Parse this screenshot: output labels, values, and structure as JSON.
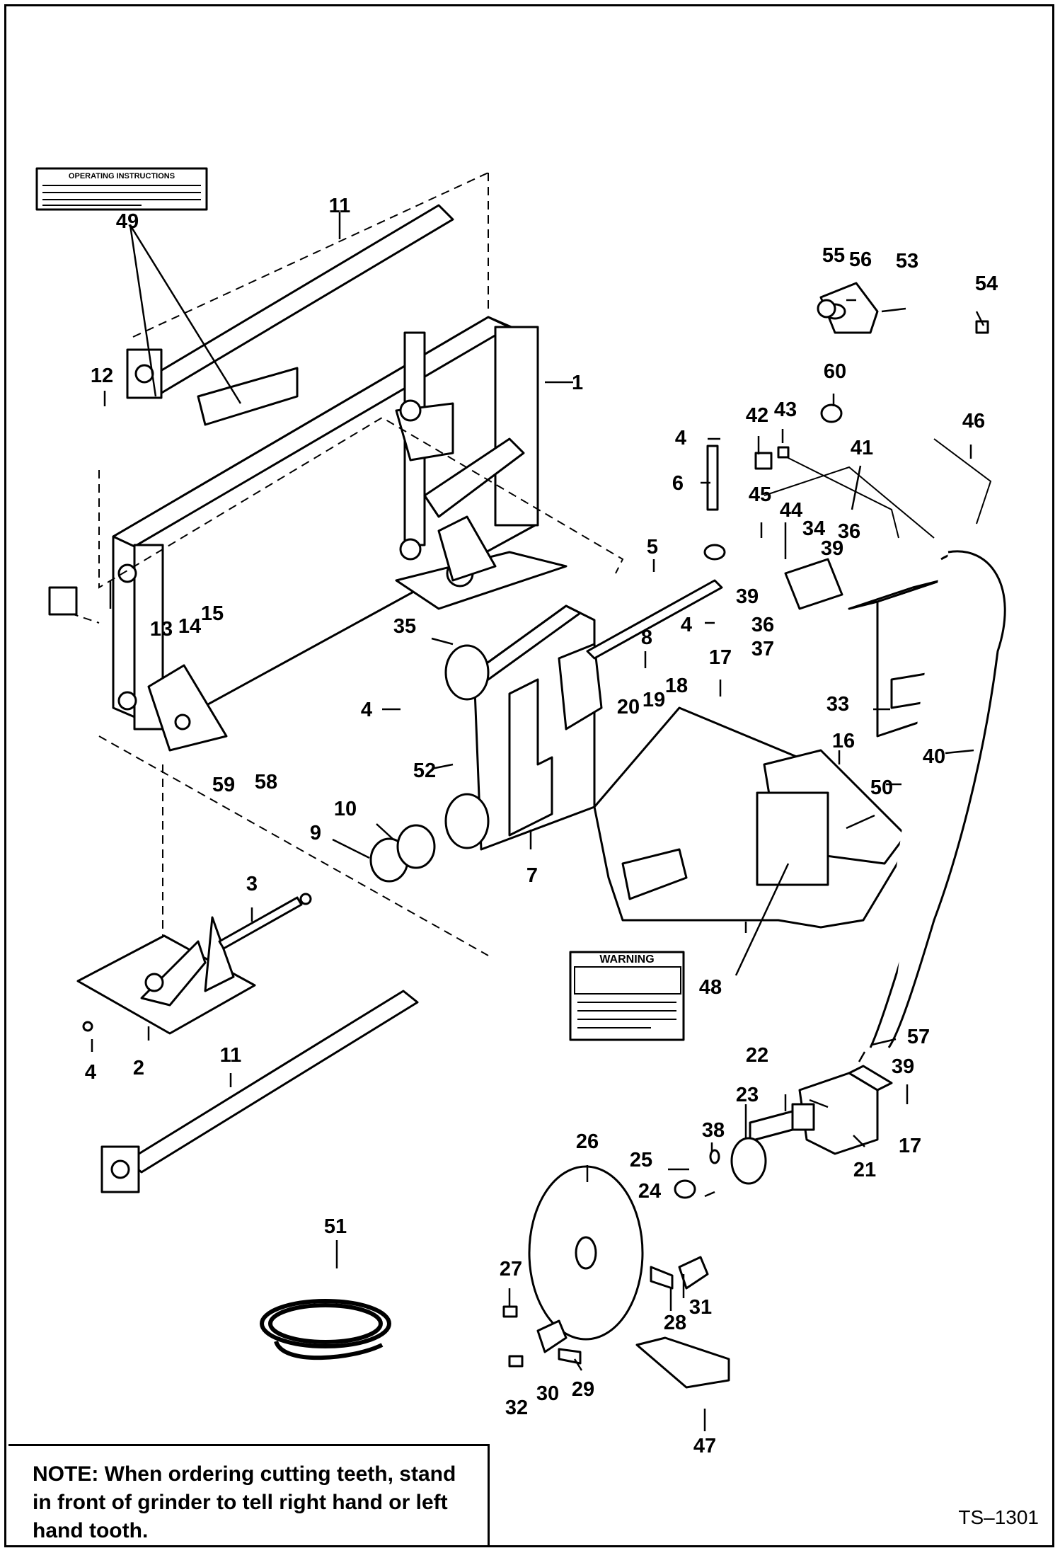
{
  "callouts": [
    {
      "id": "1",
      "text": "1"
    },
    {
      "id": "2",
      "text": "2"
    },
    {
      "id": "3",
      "text": "3"
    },
    {
      "id": "4a",
      "text": "4"
    },
    {
      "id": "4b",
      "text": "4"
    },
    {
      "id": "4c",
      "text": "4"
    },
    {
      "id": "4d",
      "text": "4"
    },
    {
      "id": "5",
      "text": "5"
    },
    {
      "id": "6",
      "text": "6"
    },
    {
      "id": "7",
      "text": "7"
    },
    {
      "id": "8",
      "text": "8"
    },
    {
      "id": "9",
      "text": "9"
    },
    {
      "id": "10",
      "text": "10"
    },
    {
      "id": "11a",
      "text": "11"
    },
    {
      "id": "11b",
      "text": "11"
    },
    {
      "id": "12",
      "text": "12"
    },
    {
      "id": "13",
      "text": "13"
    },
    {
      "id": "14",
      "text": "14"
    },
    {
      "id": "15",
      "text": "15"
    },
    {
      "id": "16",
      "text": "16"
    },
    {
      "id": "17a",
      "text": "17"
    },
    {
      "id": "17b",
      "text": "17"
    },
    {
      "id": "18",
      "text": "18"
    },
    {
      "id": "19",
      "text": "19"
    },
    {
      "id": "20",
      "text": "20"
    },
    {
      "id": "21",
      "text": "21"
    },
    {
      "id": "22",
      "text": "22"
    },
    {
      "id": "23",
      "text": "23"
    },
    {
      "id": "24",
      "text": "24"
    },
    {
      "id": "25",
      "text": "25"
    },
    {
      "id": "26",
      "text": "26"
    },
    {
      "id": "27",
      "text": "27"
    },
    {
      "id": "28",
      "text": "28"
    },
    {
      "id": "29",
      "text": "29"
    },
    {
      "id": "30",
      "text": "30"
    },
    {
      "id": "31",
      "text": "31"
    },
    {
      "id": "32",
      "text": "32"
    },
    {
      "id": "33",
      "text": "33"
    },
    {
      "id": "34",
      "text": "34"
    },
    {
      "id": "35",
      "text": "35"
    },
    {
      "id": "36a",
      "text": "36"
    },
    {
      "id": "36b",
      "text": "36"
    },
    {
      "id": "37",
      "text": "37"
    },
    {
      "id": "38",
      "text": "38"
    },
    {
      "id": "39a",
      "text": "39"
    },
    {
      "id": "39b",
      "text": "39"
    },
    {
      "id": "39c",
      "text": "39"
    },
    {
      "id": "40",
      "text": "40"
    },
    {
      "id": "41",
      "text": "41"
    },
    {
      "id": "42",
      "text": "42"
    },
    {
      "id": "43",
      "text": "43"
    },
    {
      "id": "44",
      "text": "44"
    },
    {
      "id": "45",
      "text": "45"
    },
    {
      "id": "46",
      "text": "46"
    },
    {
      "id": "47",
      "text": "47"
    },
    {
      "id": "48",
      "text": "48"
    },
    {
      "id": "49",
      "text": "49"
    },
    {
      "id": "50",
      "text": "50"
    },
    {
      "id": "51",
      "text": "51"
    },
    {
      "id": "52",
      "text": "52"
    },
    {
      "id": "53",
      "text": "53"
    },
    {
      "id": "54",
      "text": "54"
    },
    {
      "id": "55",
      "text": "55"
    },
    {
      "id": "56",
      "text": "56"
    },
    {
      "id": "57",
      "text": "57"
    },
    {
      "id": "58",
      "text": "58"
    },
    {
      "id": "59",
      "text": "59"
    },
    {
      "id": "60",
      "text": "60"
    }
  ],
  "decals": {
    "operating_title": "OPERATING INSTRUCTIONS",
    "warning_title": "WARNING"
  },
  "note": "NOTE:  When ordering cutting teeth, stand in front of grinder to tell right hand or left hand tooth.",
  "ref_code": "TS–1301"
}
